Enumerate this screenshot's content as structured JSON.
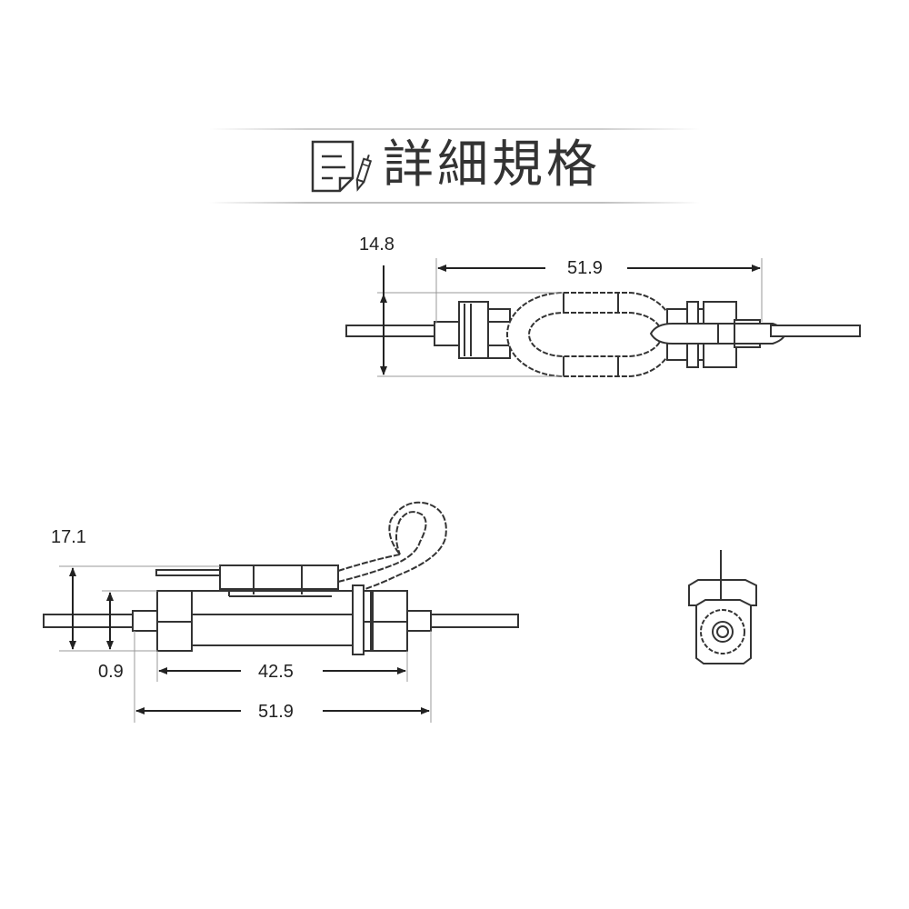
{
  "header": {
    "title": "詳細規格",
    "icon": "document-pen-icon"
  },
  "views": {
    "top_view": {
      "dimensions": {
        "height": "14.8",
        "overall_length": "51.9"
      }
    },
    "side_view": {
      "dimensions": {
        "total_height": "17.1",
        "lead_diameter": "0.9",
        "body_length": "42.5",
        "overall_length": "51.9"
      }
    },
    "end_view": {}
  },
  "colors": {
    "line": "#333333",
    "text": "#222222",
    "title": "#333333",
    "background": "#ffffff"
  }
}
